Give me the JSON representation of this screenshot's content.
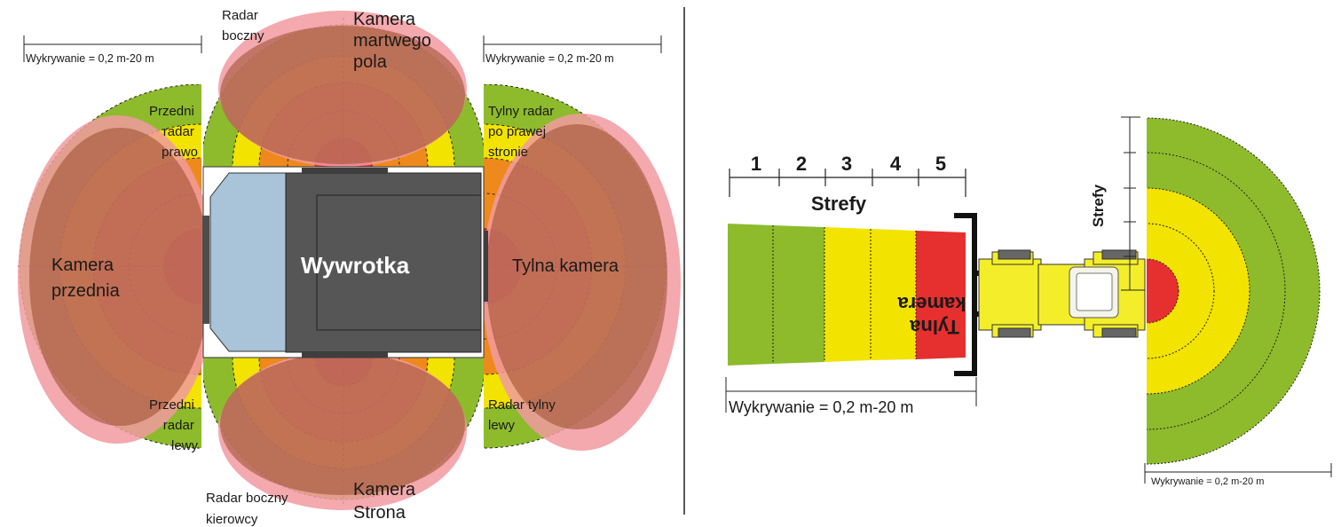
{
  "colors": {
    "green": "#8dbb2c",
    "yellow": "#f2e300",
    "orange": "#ee8a1b",
    "red": "#e62f2f",
    "camera_overlay": "#9a4a2a",
    "camera_halo": "#f19aa0",
    "cab": "#a9c3d8",
    "body": "#565656",
    "loader_yellow": "#f4ee2a"
  },
  "left_panel": {
    "truck_label": "Wywrotka",
    "detection_top_left": "Wykrywanie = 0,2 m-20 m",
    "detection_top_right": "Wykrywanie = 0,2 m-20 m",
    "radar_front_right": [
      "Przedni",
      "radar",
      "prawo"
    ],
    "radar_front_left": [
      "Przedni",
      "radar",
      "lewy"
    ],
    "radar_rear_right": [
      "Tylny radar",
      "po prawej",
      "stronie"
    ],
    "radar_rear_left": [
      "Radar tylny",
      "lewy"
    ],
    "radar_side": [
      "Radar",
      "boczny"
    ],
    "radar_side_driver": [
      "Radar boczny",
      "kierowcy"
    ],
    "camera_blindspot": [
      "Kamera",
      "martwego",
      "pola"
    ],
    "camera_front": [
      "Kamera",
      "przednia"
    ],
    "camera_rear": "Tylna kamera",
    "camera_side": [
      "Kamera",
      "Strona"
    ]
  },
  "right_panel": {
    "zones_label": "Strefy",
    "zone_numbers": [
      "1",
      "2",
      "3",
      "4",
      "5"
    ],
    "rear_camera": [
      "Tylna",
      "kamera"
    ],
    "detection_range": "Wykrywanie = 0,2 m-20 m",
    "zones_label_vertical": "Strefy",
    "detection_range_small": "Wykrywanie = 0,2 m-20 m"
  }
}
